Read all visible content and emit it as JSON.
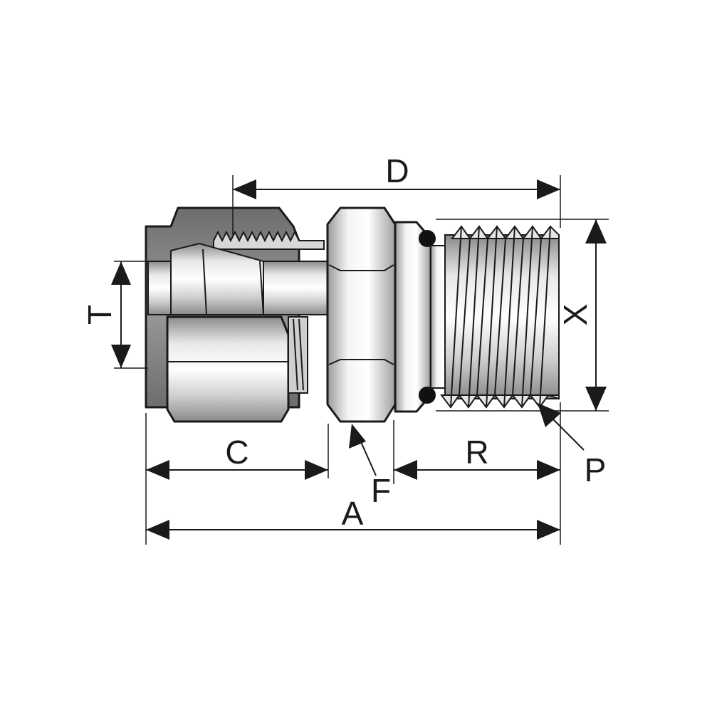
{
  "labels": {
    "d": "D",
    "t": "T",
    "x": "X",
    "c": "C",
    "r": "R",
    "f": "F",
    "p": "P",
    "a": "A"
  }
}
